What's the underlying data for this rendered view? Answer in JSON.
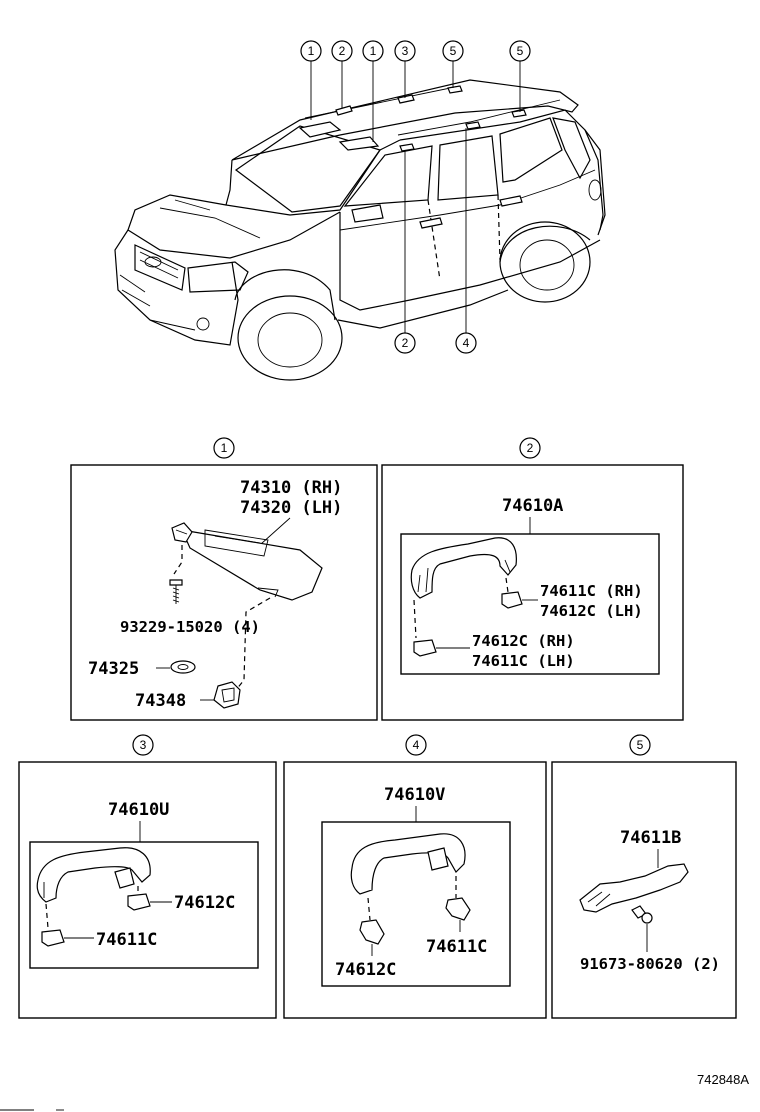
{
  "diagram": {
    "vehicle_callouts": [
      "1",
      "2",
      "1",
      "3",
      "5",
      "5",
      "2",
      "4"
    ],
    "sections": [
      {
        "number": "1",
        "parts": [
          "74310 (RH)",
          "74320 (LH)",
          "93229-15020 (4)",
          "74325",
          "74348"
        ]
      },
      {
        "number": "2",
        "parts": [
          "74610A",
          "74611C (RH)",
          "74612C (LH)",
          "74612C (RH)",
          "74611C (LH)"
        ]
      },
      {
        "number": "3",
        "parts": [
          "74610U",
          "74612C",
          "74611C"
        ]
      },
      {
        "number": "4",
        "parts": [
          "74610V",
          "74611C",
          "74612C"
        ]
      },
      {
        "number": "5",
        "parts": [
          "74611B",
          "91673-80620 (2)"
        ]
      }
    ],
    "figure_ref": "742848A"
  },
  "icons": {
    "vehicle": "suv-vehicle-outline",
    "sun_visor": "sun-visor-icon",
    "assist_grip": "assist-grip-icon"
  }
}
